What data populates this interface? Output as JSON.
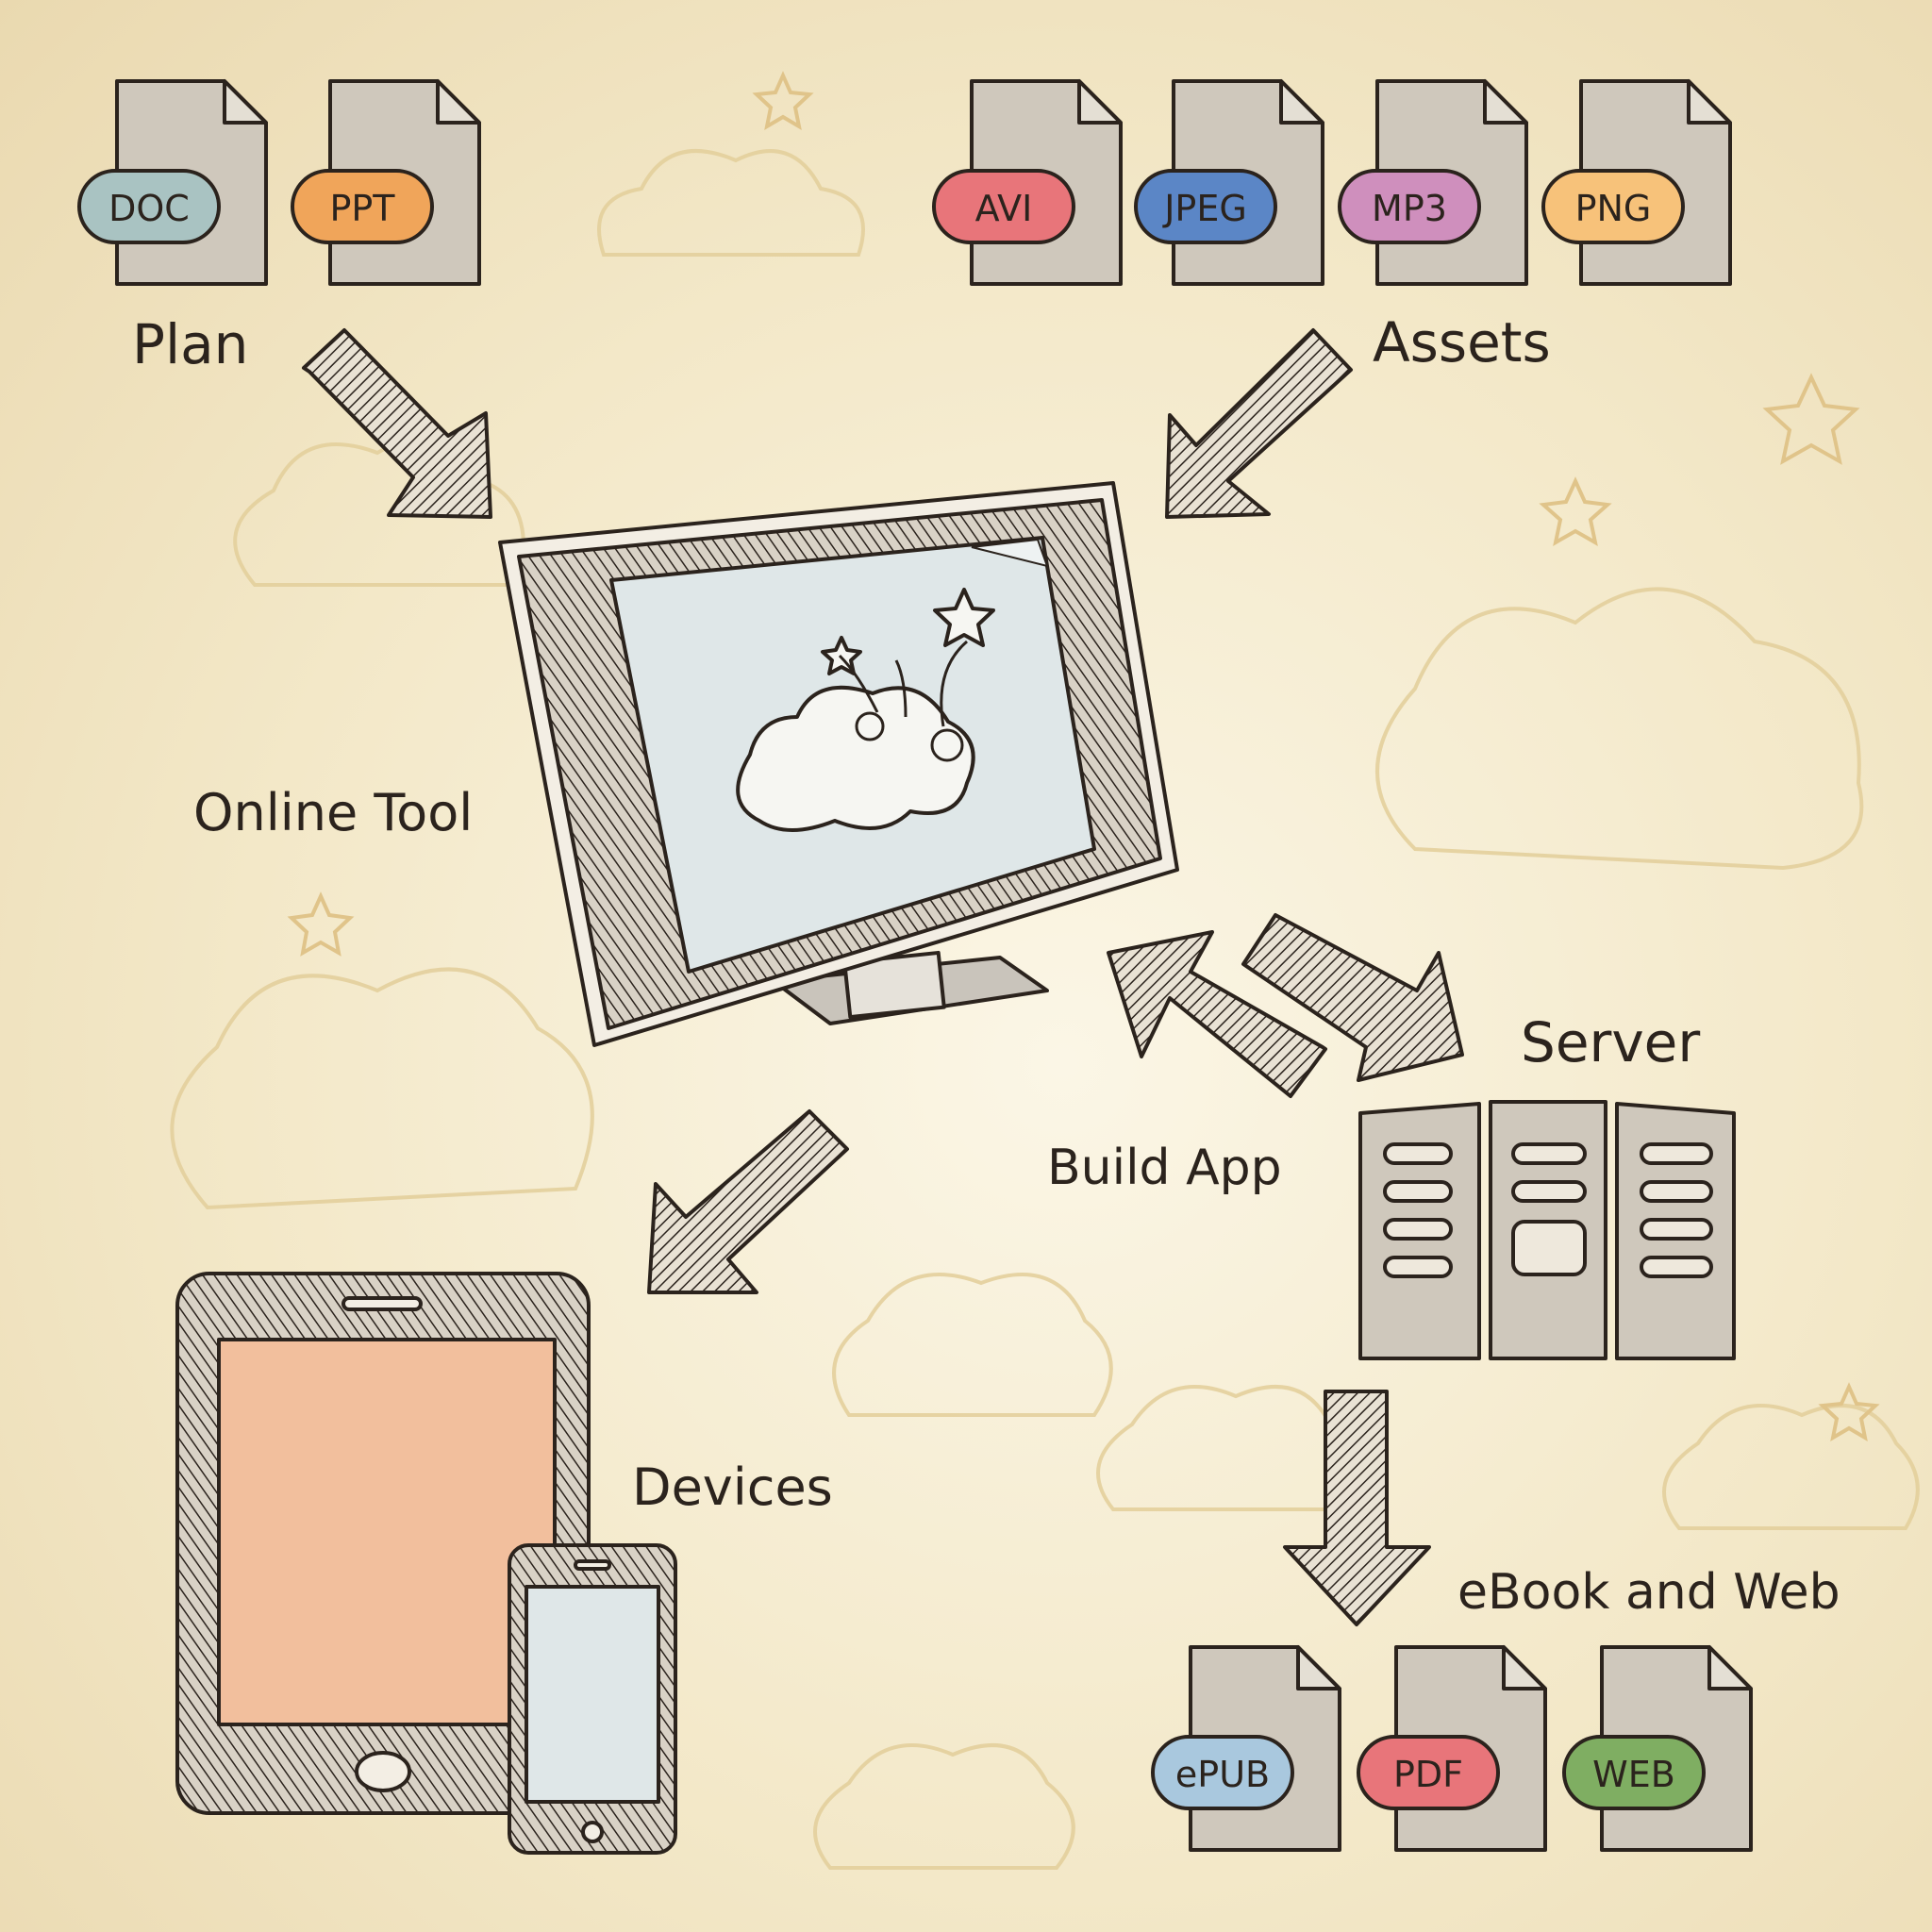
{
  "labels": {
    "plan": "Plan",
    "assets": "Assets",
    "online_tool": "Online Tool",
    "server": "Server",
    "build_app": "Build App",
    "devices": "Devices",
    "ebook_and_web": "eBook and Web"
  },
  "plan_files": [
    {
      "label": "DOC",
      "color": "#a9c3c2"
    },
    {
      "label": "PPT",
      "color": "#f0a55a"
    }
  ],
  "asset_files": [
    {
      "label": "AVI",
      "color": "#e8757a"
    },
    {
      "label": "JPEG",
      "color": "#5b86c6"
    },
    {
      "label": "MP3",
      "color": "#cf8fbd"
    },
    {
      "label": "PNG",
      "color": "#f7c27a"
    }
  ],
  "output_files": [
    {
      "label": "ePUB",
      "color": "#a9c8de"
    },
    {
      "label": "PDF",
      "color": "#e8757a"
    },
    {
      "label": "WEB",
      "color": "#7fae62"
    }
  ],
  "colors": {
    "ink": "#2b231d",
    "screen": "#dfe7e8",
    "tablet_screen": "#f2bf9d",
    "paper": "#f3e8c8"
  }
}
